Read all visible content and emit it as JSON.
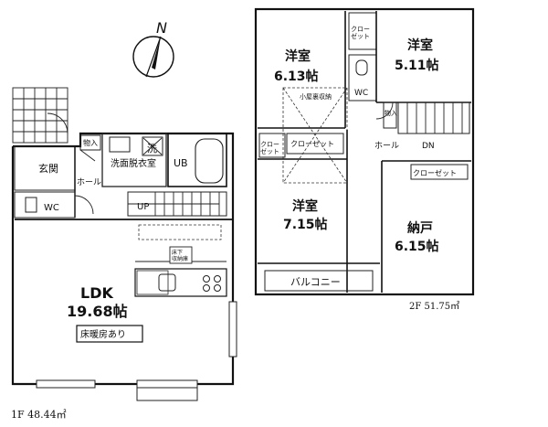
{
  "compass": {
    "north_label": "N"
  },
  "floor1": {
    "caption": "1F 48.44㎡",
    "rooms": {
      "entrance": "玄関",
      "storage_in": "物入",
      "wash": "洗",
      "washroom": "洗面脱衣室",
      "bath": "UB",
      "hall": "ホール",
      "wc": "WC",
      "stair_up": "UP",
      "underfloor": "床下\n収納庫",
      "ldk_name": "LDK",
      "ldk_size": "19.68帖",
      "floor_heating": "床暖房あり"
    }
  },
  "floor2": {
    "caption": "2F 51.75㎡",
    "rooms": {
      "west_room_name": "洋室",
      "west_room_size": "6.13帖",
      "east_room_name": "洋室",
      "east_room_size": "5.11帖",
      "south_room_name": "洋室",
      "south_room_size": "7.15帖",
      "storeroom_name": "納戸",
      "storeroom_size": "6.15帖",
      "attic": "小屋裏収納",
      "closet_top": "クロー\nゼット",
      "closet_left": "クロー\nゼット",
      "closet_mid": "クローゼット",
      "closet_right": "クローゼット",
      "wc": "WC",
      "storage_in": "物入",
      "hall": "ホール",
      "stair_dn": "DN",
      "balcony": "バルコニー"
    }
  }
}
